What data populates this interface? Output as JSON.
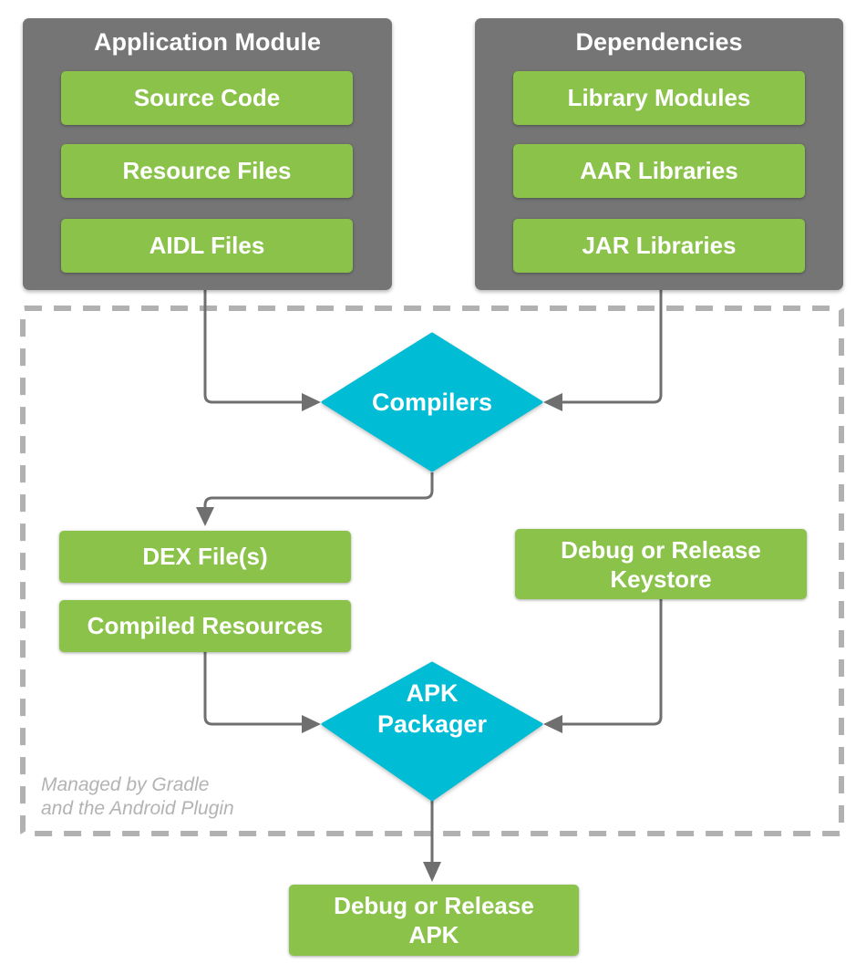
{
  "diagram": {
    "application_module": {
      "title": "Application Module",
      "items": [
        "Source Code",
        "Resource Files",
        "AIDL Files"
      ]
    },
    "dependencies": {
      "title": "Dependencies",
      "items": [
        "Library Modules",
        "AAR Libraries",
        "JAR Libraries"
      ]
    },
    "compilers_label": "Compilers",
    "apk_packager": {
      "line1": "APK",
      "line2": "Packager"
    },
    "dex_label": "DEX File(s)",
    "compiled_resources_label": "Compiled Resources",
    "keystore": {
      "line1": "Debug or Release",
      "line2": "Keystore"
    },
    "note": {
      "line1": "Managed by Gradle",
      "line2": "and the Android Plugin"
    },
    "output_apk": {
      "line1": "Debug or Release",
      "line2": "APK"
    }
  },
  "colors": {
    "green": "#8BC34A",
    "gray": "#757575",
    "cyan": "#00BCD4",
    "arrow": "#6F6F6F",
    "dash": "#B1B1B1",
    "note": "#B3B3B3",
    "text": "#FFFFFF"
  }
}
